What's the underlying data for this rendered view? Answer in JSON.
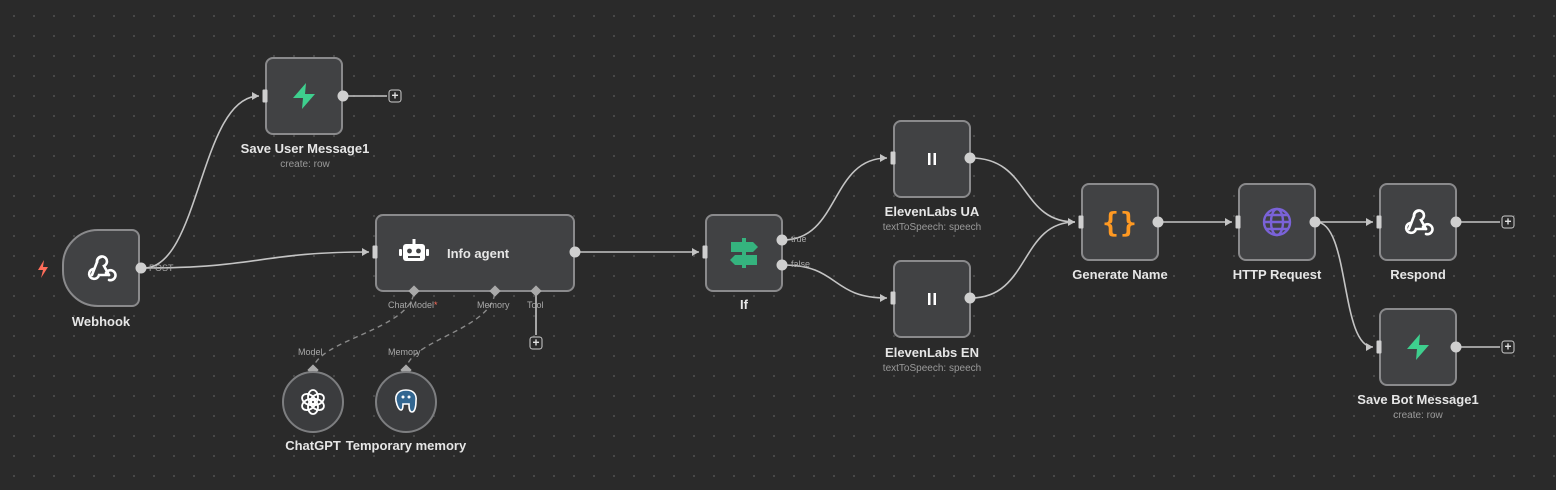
{
  "colors": {
    "canvas": "#2a2a2a",
    "node_fill": "#414244",
    "node_border": "#8a8a8c",
    "edge": "#c4c4c4",
    "trigger_bolt": "#ff6d5a",
    "supabase_green": "#3ecf8e",
    "if_green": "#35b37e",
    "code_orange": "#ff9922",
    "http_purple": "#7a62d8"
  },
  "nodes": {
    "webhook": {
      "title": "Webhook",
      "icon": "webhook-icon",
      "port_label": "POST"
    },
    "save_user": {
      "title": "Save User Message1",
      "subtitle": "create: row",
      "icon": "supabase-icon"
    },
    "info_agent": {
      "title": "Info agent",
      "icon": "robot-icon",
      "ports": {
        "chat_model": "Chat Model",
        "chat_model_required": "*",
        "memory": "Memory",
        "tool": "Tool"
      }
    },
    "if": {
      "title": "If",
      "icon": "signpost-icon",
      "true_label": "true",
      "false_label": "false"
    },
    "eleven_ua": {
      "title": "ElevenLabs UA",
      "subtitle": "textToSpeech: speech",
      "icon": "pause-icon"
    },
    "eleven_en": {
      "title": "ElevenLabs EN",
      "subtitle": "textToSpeech: speech",
      "icon": "pause-icon"
    },
    "generate_name": {
      "title": "Generate Name",
      "icon": "code-braces-icon",
      "glyph": "{}"
    },
    "http_request": {
      "title": "HTTP Request",
      "icon": "globe-icon"
    },
    "respond": {
      "title": "Respond",
      "icon": "webhook-icon"
    },
    "save_bot": {
      "title": "Save Bot Message1",
      "subtitle": "create: row",
      "icon": "supabase-icon"
    },
    "chatgpt": {
      "title": "ChatGPT",
      "icon": "openai-icon",
      "port_label": "Model"
    },
    "temp_memory": {
      "title": "Temporary memory",
      "icon": "postgres-icon",
      "port_label": "Memory"
    }
  },
  "plus_symbol": "+"
}
